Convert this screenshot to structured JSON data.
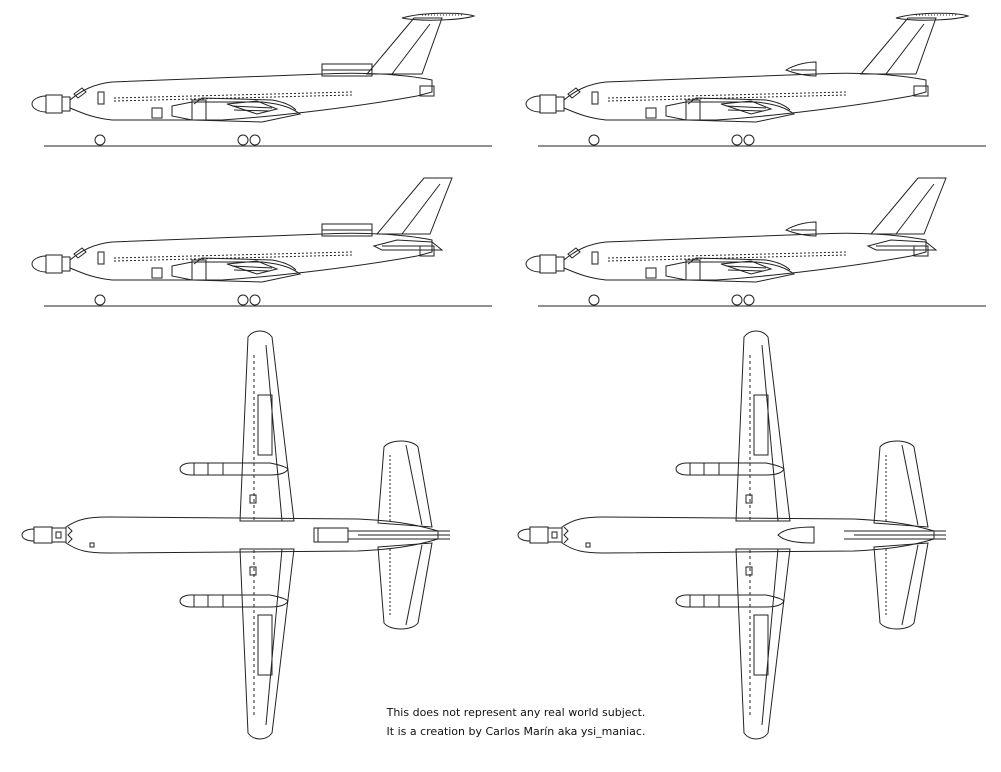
{
  "caption": {
    "line1": "This does not represent any real world subject.",
    "line2": "It is a creation by Carlos Marín aka ysi_maniac."
  },
  "views": [
    {
      "id": "side-profile-a",
      "kind": "side",
      "tail": "t-tail-tube"
    },
    {
      "id": "side-profile-b",
      "kind": "side",
      "tail": "t-tail-nacelle"
    },
    {
      "id": "side-profile-c",
      "kind": "side",
      "tail": "low-tail-tube"
    },
    {
      "id": "side-profile-d",
      "kind": "side",
      "tail": "low-tail-nacelle"
    },
    {
      "id": "top-view-a",
      "kind": "top",
      "tail": "tube"
    },
    {
      "id": "top-view-b",
      "kind": "top",
      "tail": "nacelle"
    }
  ]
}
